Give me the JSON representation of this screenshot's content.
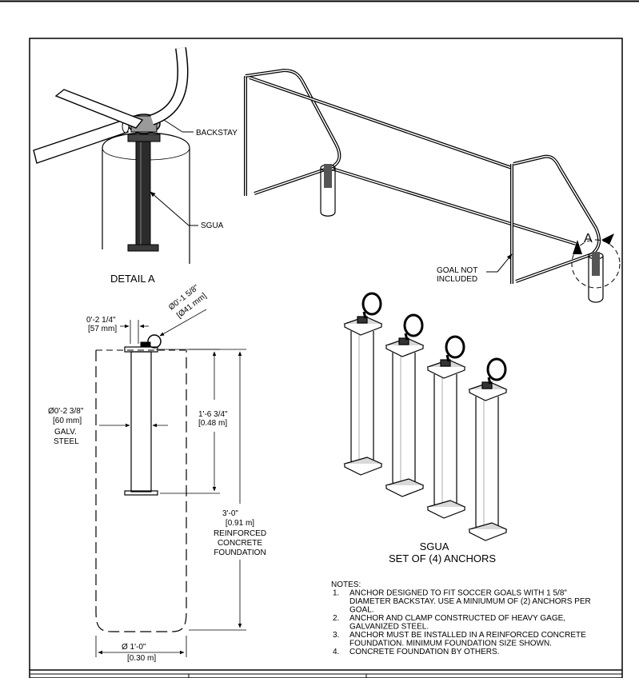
{
  "detail_a": {
    "backstay_label": "BACKSTAY",
    "sgua_label": "SGUA",
    "title": "DETAIL  A"
  },
  "goal": {
    "callout": "A",
    "note_line1": "GOAL NOT",
    "note_line2": "INCLUDED"
  },
  "dimensions": {
    "clamp_dia_line1": "Ø0'-1 5/8\"",
    "clamp_dia_line2": "[Ø41 mm]",
    "plate_line1": "0'-2 1/4\"",
    "plate_line2": "[57 mm]",
    "post_dia_line1": "Ø0'-2 3/8\"",
    "post_dia_line2": "[60 mm]",
    "material_line1": "GALV.",
    "material_line2": "STEEL",
    "post_len_line1": "1'-6 3/4\"",
    "post_len_line2": "[0.48 m]",
    "found_depth_line1": "3'-0\"",
    "found_depth_line2": "[0.91 m]",
    "found_desc_line1": "REINFORCED",
    "found_desc_line2": "CONCRETE",
    "found_desc_line3": "FOUNDATION",
    "found_dia_line1": "Ø  1'-0\"",
    "found_dia_line2": "[0.30 m]"
  },
  "anchors_set": {
    "title_line1": "SGUA",
    "title_line2": "SET OF (4) ANCHORS"
  },
  "notes": {
    "heading": "NOTES:",
    "items": [
      {
        "num": "1.",
        "lines": [
          "ANCHOR DESIGNED TO FIT SOCCER GOALS WITH 1 5/8\"",
          "DIAMETER BACKSTAY.  USE A MINIUMUM OF (2) ANCHORS PER",
          "GOAL."
        ]
      },
      {
        "num": "2.",
        "lines": [
          "ANCHOR AND CLAMP CONSTRUCTED OF HEAVY GAGE,",
          "GALVANIZED STEEL."
        ]
      },
      {
        "num": "3.",
        "lines": [
          "ANCHOR MUST BE INSTALLED IN A REINFORCED CONCRETE",
          "FOUNDATION.  MINIMUM FOUNDATION SIZE SHOWN."
        ]
      },
      {
        "num": "4.",
        "lines": [
          "CONCRETE FOUNDATION BY OTHERS."
        ]
      }
    ]
  }
}
